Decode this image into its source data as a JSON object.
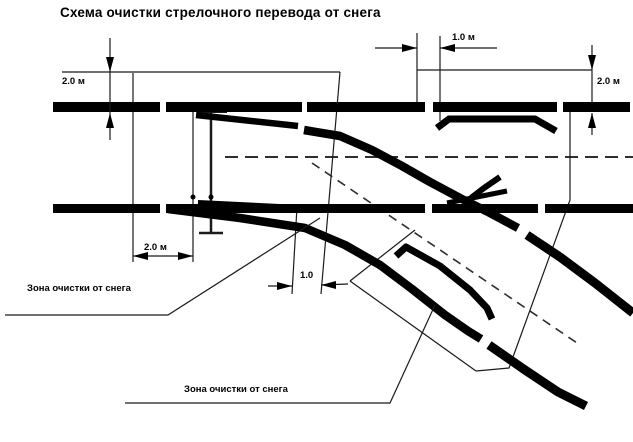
{
  "title": "Схема очистки стрелочного перевода от снега",
  "labels": {
    "zone_left": "Зона очистки от снега",
    "zone_bottom": "Зона очистки от снега"
  },
  "dimensions": {
    "left_vertical": "2.0 м",
    "top_center": "1.0 м",
    "right_vertical": "2.0 м",
    "bottom_left": "2.0 м",
    "bottom_center": "1.0"
  },
  "colors": {
    "ink": "#000000",
    "thin_line": "#1a1a1a",
    "dash_line": "#2e2e2e",
    "background": "#ffffff"
  }
}
